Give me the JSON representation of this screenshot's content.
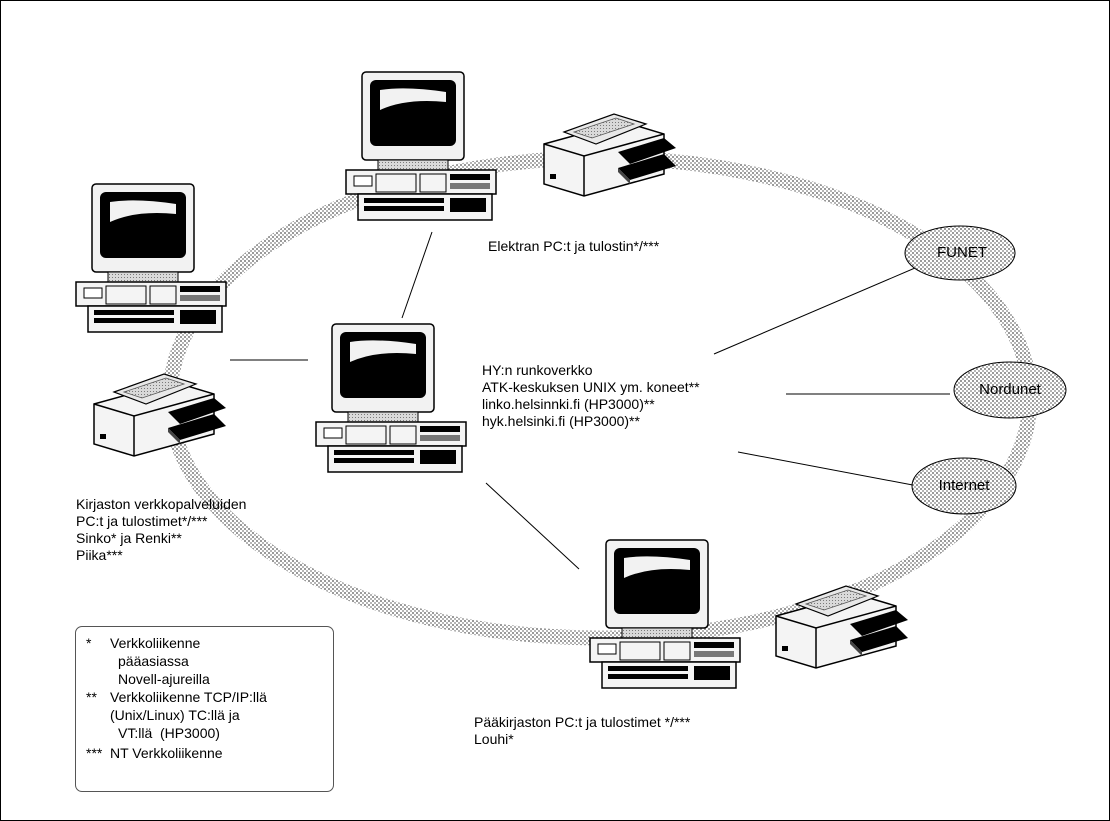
{
  "nodes": {
    "elektra": {
      "label": "Elektran PC:t ja tulostin*/***"
    },
    "kirjasto": {
      "lines": [
        "Kirjaston verkkopalveluiden",
        "PC:t ja tulostimet*/***",
        "Sinko* ja Renki**",
        "Piika***"
      ]
    },
    "paakirjasto": {
      "lines": [
        "Pääkirjaston PC:t ja tulostimet */***",
        "Louhi*"
      ]
    },
    "center": {
      "lines": [
        "HY:n runkoverkko",
        "ATK-keskuksen UNIX ym. koneet**",
        "linko.helsinnki.fi (HP3000)**",
        "hyk.helsinki.fi (HP3000)**"
      ]
    }
  },
  "networks": {
    "funet": "FUNET",
    "nordunet": "Nordunet",
    "internet": "Internet"
  },
  "legend": {
    "items": [
      {
        "mark": "*",
        "lines": [
          "Verkkoliikenne",
          "pääasiassa",
          "Novell-ajureilla"
        ]
      },
      {
        "mark": "**",
        "lines": [
          "Verkkoliikenne TCP/IP:llä",
          "(Unix/Linux) TC:llä ja",
          "VT:llä  (HP3000)"
        ]
      },
      {
        "mark": "***",
        "lines": [
          "NT Verkkoliikenne"
        ]
      }
    ]
  }
}
